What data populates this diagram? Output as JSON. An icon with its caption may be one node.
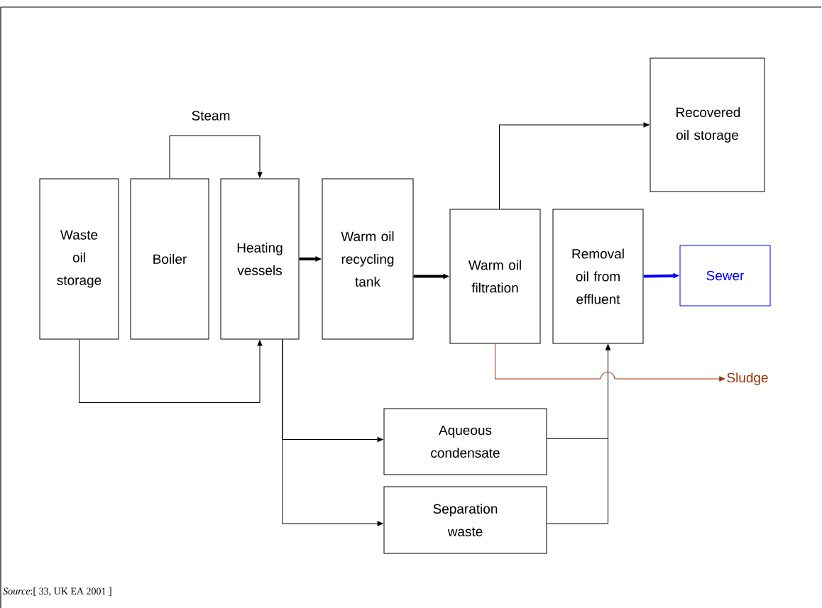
{
  "diagram": {
    "nodes": [
      {
        "text": [
          "Waste oil storage"
        ]
      },
      {
        "text": [
          "Boiler"
        ]
      },
      {
        "text": [
          "Heating vessels"
        ]
      },
      {
        "text": [
          "Warm oil recycling tank"
        ]
      },
      {
        "text": [
          "Warm oil filtration"
        ]
      },
      {
        "text": [
          "Removal oil from effluent"
        ]
      },
      {
        "text": [
          "Recovered oil storage"
        ]
      },
      {
        "text": [
          "Sewer"
        ]
      },
      {
        "text": [
          "Sludge"
        ]
      },
      {
        "text": [
          "Aqueous condensate"
        ]
      },
      {
        "text": [
          "Separation waste"
        ]
      }
    ],
    "edges": [
      {
        "from": 1,
        "to": 2,
        "arrow": "to",
        "label": "Steam"
      },
      {
        "from": 0,
        "to": 2,
        "arrow": "to"
      },
      {
        "from": 2,
        "to": 3,
        "arrow": "to",
        "style": "thick"
      },
      {
        "from": 3,
        "to": 4,
        "arrow": "to",
        "style": "thick"
      },
      {
        "from": 4,
        "to": 6,
        "arrow": "to"
      },
      {
        "from": 5,
        "to": 7,
        "arrow": "to",
        "style": "thick",
        "color": "#0000ff"
      },
      {
        "from": 4,
        "to": 8,
        "arrow": "to",
        "color": "#993300"
      },
      {
        "from": 2,
        "to": 9,
        "arrow": "to"
      },
      {
        "from": 2,
        "to": 10,
        "arrow": "to"
      },
      {
        "from": 9,
        "to": 5,
        "arrow": "to"
      },
      {
        "from": 10,
        "to": 5,
        "arrow": "to"
      }
    ],
    "labels": [
      "*Source*:[ 33, UK EA 2001 ]"
    ]
  }
}
